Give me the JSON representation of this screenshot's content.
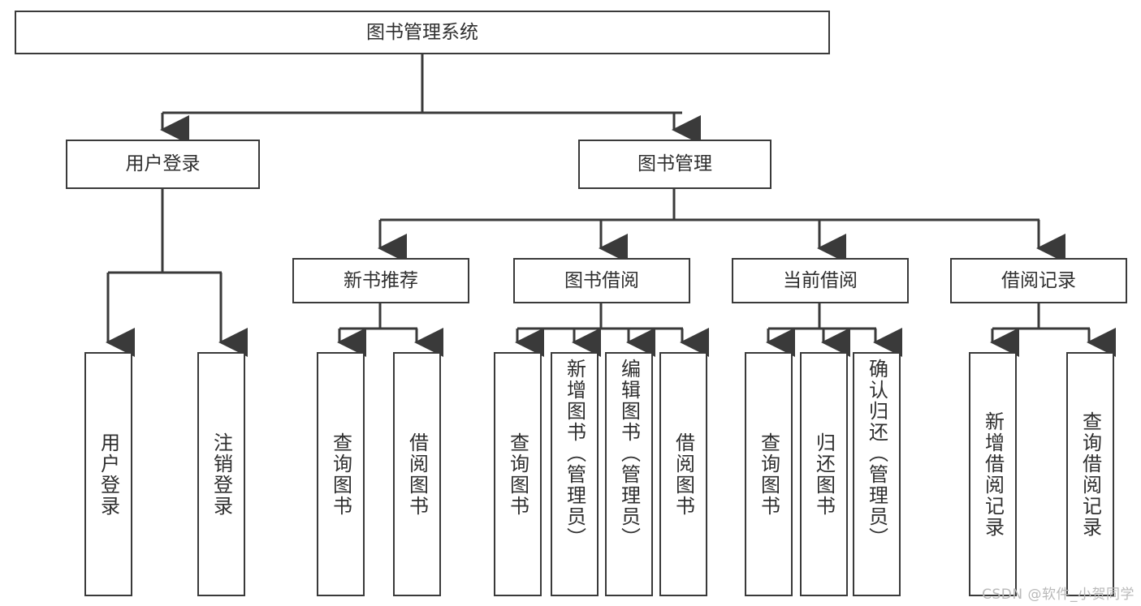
{
  "diagram": {
    "type": "tree-hierarchy-chart",
    "title": "图书管理系统",
    "colors": {
      "stroke": "#3a3a3a",
      "box_fill": "#ffffff",
      "text": "#2f2f2f",
      "watermark": "#b9b9b9",
      "background": "#ffffff"
    },
    "root": {
      "label": "图书管理系统"
    },
    "level1": [
      {
        "id": "user-login",
        "label": "用户登录"
      },
      {
        "id": "book-manage",
        "label": "图书管理"
      }
    ],
    "level2": [
      {
        "id": "new-book-recommend",
        "label": "新书推荐"
      },
      {
        "id": "book-borrow",
        "label": "图书借阅"
      },
      {
        "id": "current-borrow",
        "label": "当前借阅"
      },
      {
        "id": "borrow-record",
        "label": "借阅记录"
      }
    ],
    "leaves": {
      "user_login": [
        {
          "id": "leaf-user-login",
          "label": "用户登录"
        },
        {
          "id": "leaf-logout-login",
          "label": "注销登录"
        }
      ],
      "new_book_recommend": [
        {
          "id": "leaf-query-book-1",
          "label": "查询图书"
        },
        {
          "id": "leaf-borrow-book-1",
          "label": "借阅图书"
        }
      ],
      "book_borrow": [
        {
          "id": "leaf-query-book-2",
          "label": "查询图书"
        },
        {
          "id": "leaf-add-book",
          "label": "新增图书（管理员）"
        },
        {
          "id": "leaf-edit-book",
          "label": "编辑图书（管理员）"
        },
        {
          "id": "leaf-borrow-book-2",
          "label": "借阅图书"
        }
      ],
      "current_borrow": [
        {
          "id": "leaf-query-book-3",
          "label": "查询图书"
        },
        {
          "id": "leaf-return-book",
          "label": "归还图书"
        },
        {
          "id": "leaf-confirm-return",
          "label": "确认归还（管理员）"
        }
      ],
      "borrow_record": [
        {
          "id": "leaf-add-record",
          "label": "新增借阅记录"
        },
        {
          "id": "leaf-query-record",
          "label": "查询借阅记录"
        }
      ]
    }
  },
  "watermark": {
    "text": "CSDN @软件_小贺同学"
  }
}
